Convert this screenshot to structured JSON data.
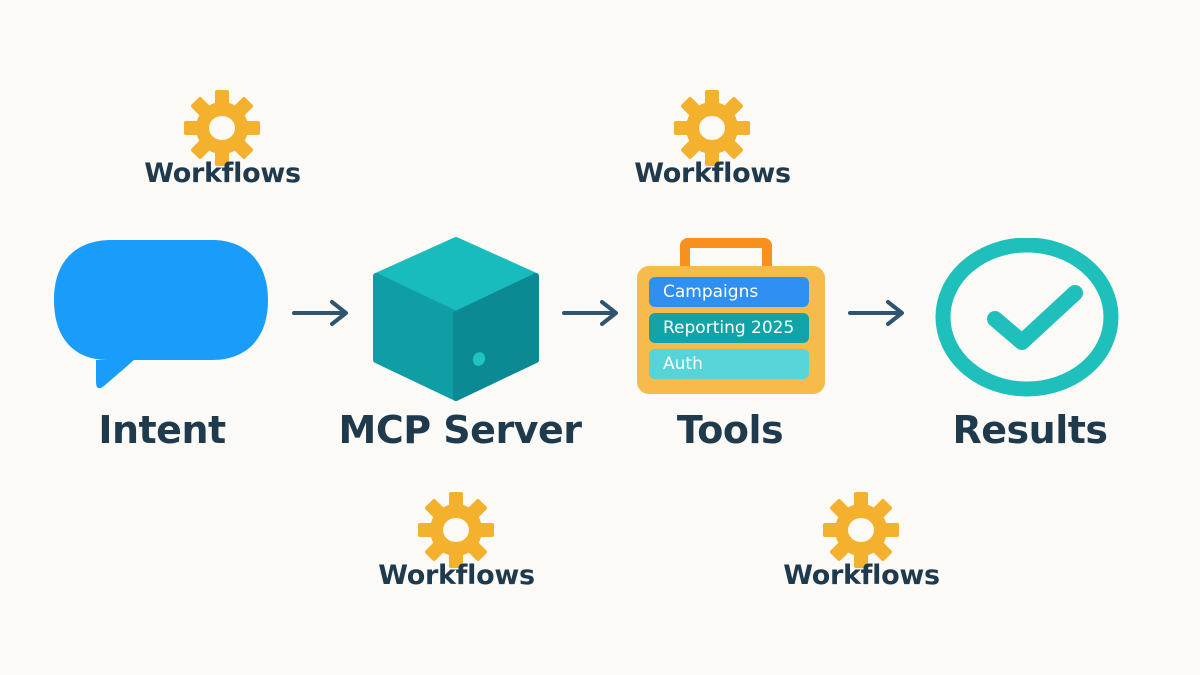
{
  "colors": {
    "background": "#fbfaf6",
    "text": "#1f3a4d",
    "gear": "#f4b12e",
    "intent_bubble": "#1a9cfb",
    "server_top": "#19bcbc",
    "server_left": "#109ea5",
    "server_right": "#0c8a93",
    "toolbox_body": "#f6bb4a",
    "toolbox_handle": "#f7901e",
    "results": "#1fbfbb",
    "arrow": "#2f5470"
  },
  "steps": [
    {
      "label": "Intent",
      "icon": "chat-bubble-icon"
    },
    {
      "label": "MCP Server",
      "icon": "cube-server-icon"
    },
    {
      "label": "Tools",
      "icon": "toolbox-icon"
    },
    {
      "label": "Results",
      "icon": "check-circle-icon"
    }
  ],
  "tools": {
    "items": [
      {
        "label": "Campaigns",
        "color": "#2f8ff2"
      },
      {
        "label": "Reporting 2025",
        "color": "#11a3a8"
      },
      {
        "label": "Auth",
        "color": "#56d4d8"
      }
    ]
  },
  "workflows": [
    {
      "label": "Workflows",
      "position": "top-left"
    },
    {
      "label": "Workflows",
      "position": "top-right"
    },
    {
      "label": "Workflows",
      "position": "bottom-left"
    },
    {
      "label": "Workflows",
      "position": "bottom-right"
    }
  ]
}
